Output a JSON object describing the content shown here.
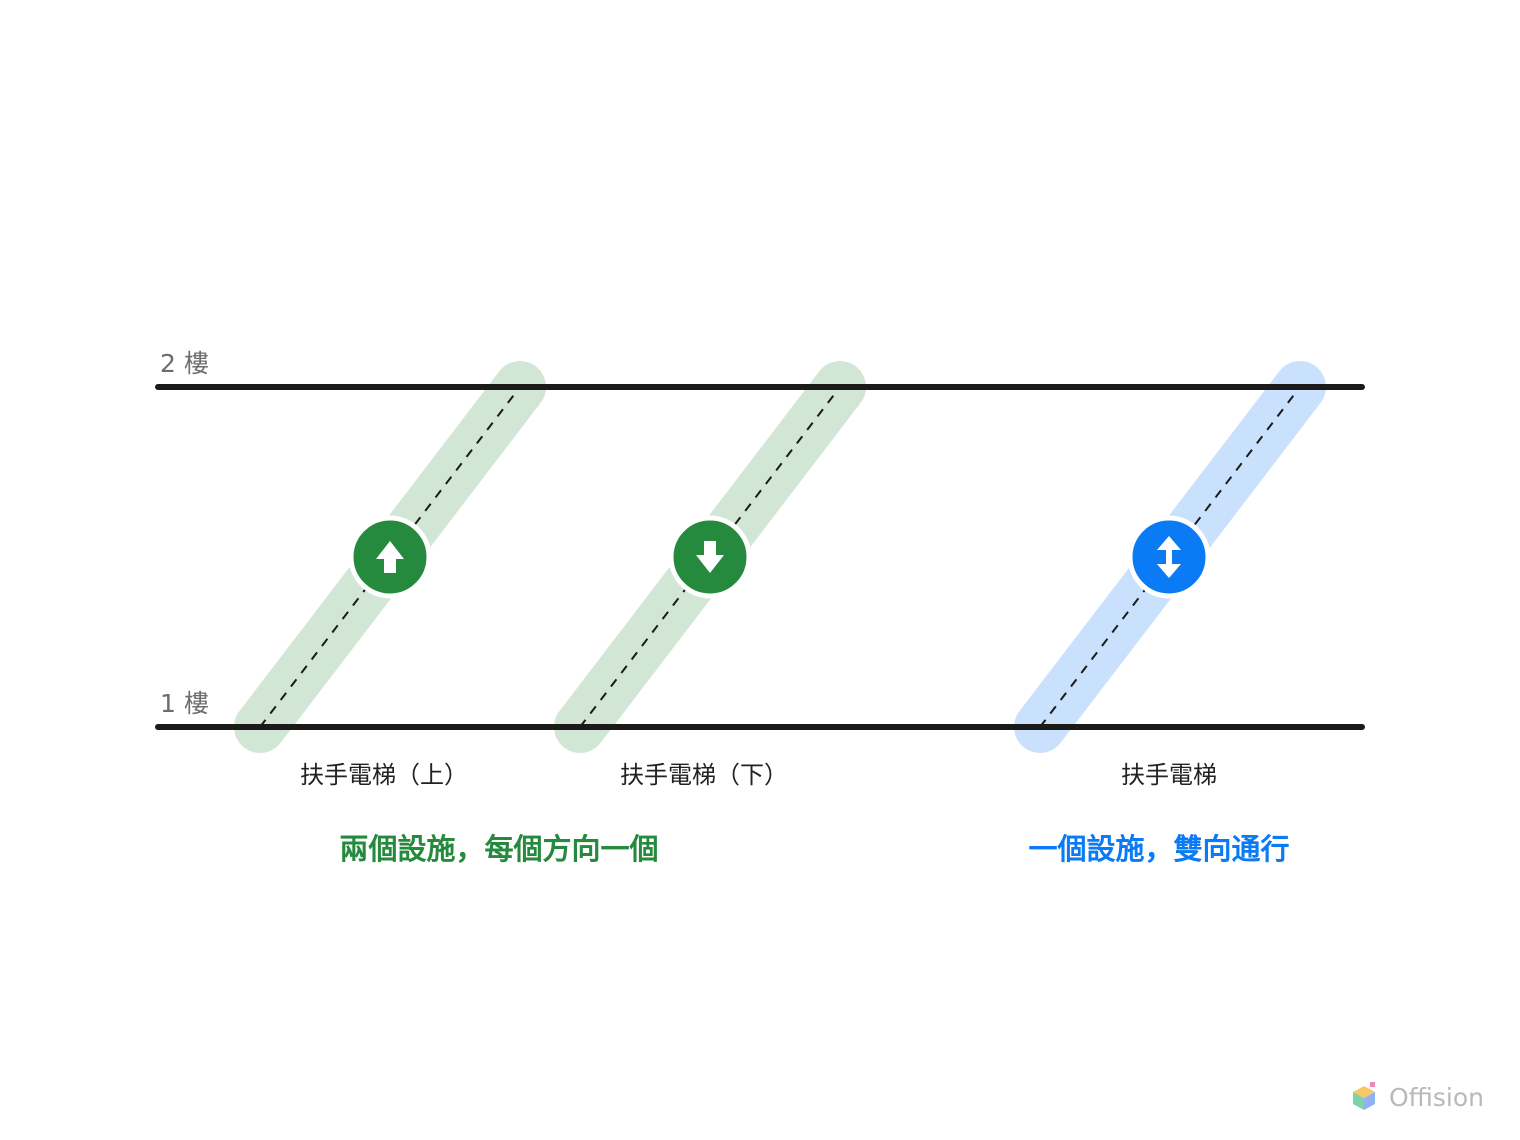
{
  "floors": {
    "upper_label": "2 樓",
    "lower_label": "1 樓"
  },
  "escalators": [
    {
      "id": "up",
      "label": "扶手電梯（上）",
      "direction": "up",
      "icon": "arrow-up-icon"
    },
    {
      "id": "down",
      "label": "扶手電梯（下）",
      "direction": "down",
      "icon": "arrow-down-icon"
    },
    {
      "id": "both",
      "label": "扶手電梯",
      "direction": "both",
      "icon": "arrow-up-down-icon"
    }
  ],
  "summaries": {
    "green": "兩個設施，每個方向一個",
    "blue": "一個設施，雙向通行"
  },
  "brand": {
    "name": "Offision"
  },
  "colors": {
    "floor_line": "#1a1a1a",
    "green": "#258a3e",
    "green_track": "#d1e6d5",
    "blue": "#0a7bf5",
    "blue_track": "#c9e1fd",
    "caption": "#222222",
    "floor_label": "#6d6d6d"
  }
}
